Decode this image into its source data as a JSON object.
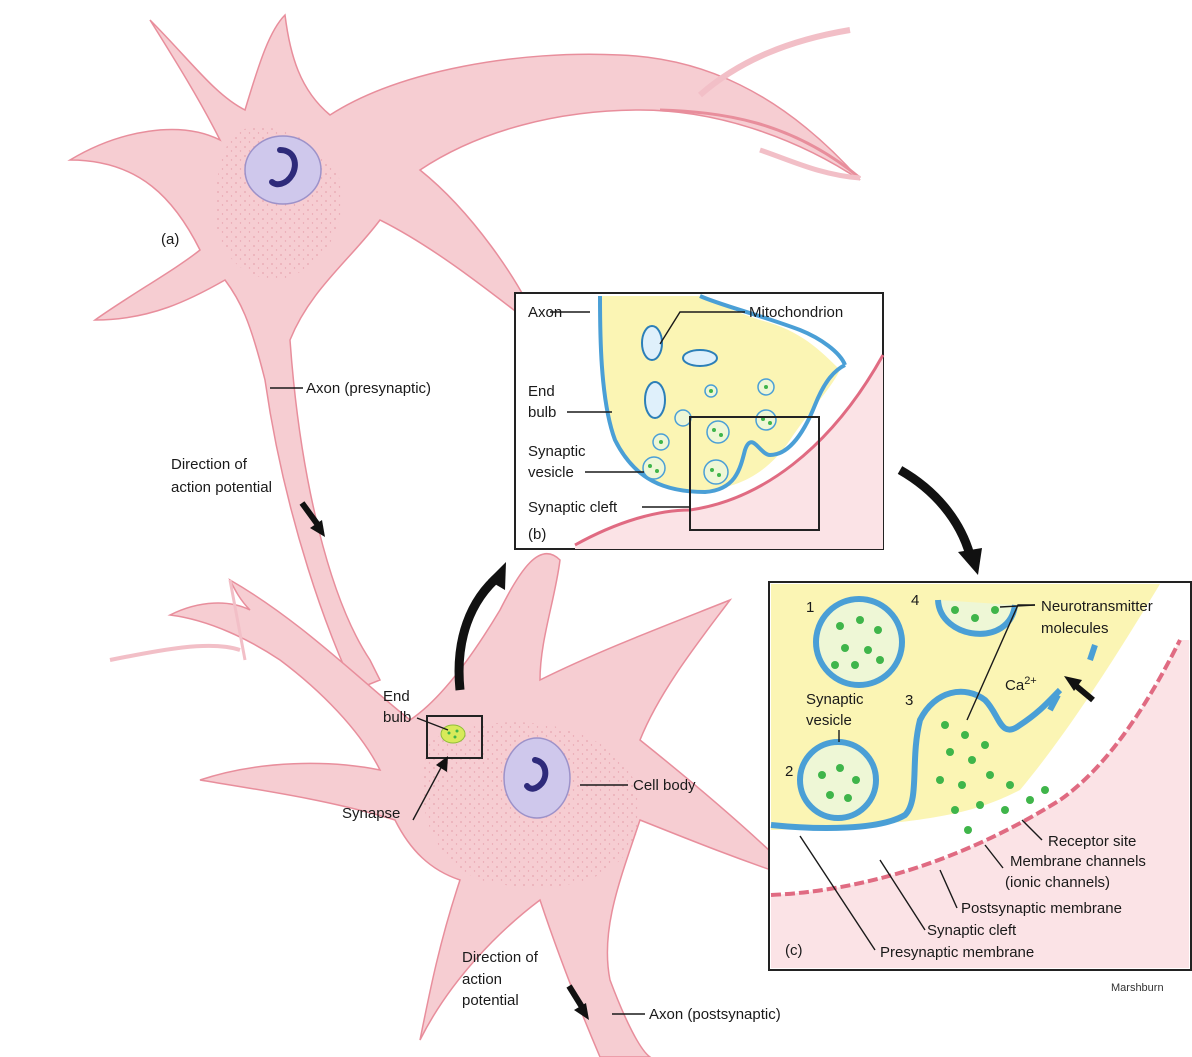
{
  "panels": {
    "a": "(a)",
    "b": "(b)",
    "c": "(c)"
  },
  "labels": {
    "axon_presynaptic": "Axon (presynaptic)",
    "direction_top_1": "Direction of",
    "direction_top_2": "action potential",
    "end_bulb_1": "End",
    "end_bulb_2": "bulb",
    "synapse": "Synapse",
    "cell_body": "Cell body",
    "direction_bottom_1": "Direction of",
    "direction_bottom_2": "action",
    "direction_bottom_3": "potential",
    "axon_postsynaptic": "Axon (postsynaptic)",
    "credit": "Marshburn"
  },
  "inset_b": {
    "axon": "Axon",
    "mitochondrion": "Mitochondrion",
    "end_bulb_1": "End",
    "end_bulb_2": "bulb",
    "synaptic_vesicle_1": "Synaptic",
    "synaptic_vesicle_2": "vesicle",
    "synaptic_cleft": "Synaptic cleft"
  },
  "inset_c": {
    "step_1": "1",
    "step_2": "2",
    "step_3": "3",
    "step_4": "4",
    "neurotransmitter_1": "Neurotransmitter",
    "neurotransmitter_2": "molecules",
    "synaptic_vesicle_1": "Synaptic",
    "synaptic_vesicle_2": "vesicle",
    "calcium": "Ca",
    "calcium_sup": "2+",
    "receptor_site": "Receptor site",
    "membrane_channels_1": "Membrane channels",
    "membrane_channels_2": "(ionic channels)",
    "postsynaptic_membrane": "Postsynaptic membrane",
    "synaptic_cleft": "Synaptic cleft",
    "presynaptic_membrane": "Presynaptic membrane"
  },
  "colors": {
    "neuron_fill": "#f6cdd2",
    "neuron_edge": "#e88e9c",
    "terminal_fill": "#fbf5b4",
    "membrane_blue": "#4a9fd6",
    "vesicle_dot": "#3fb54a",
    "nucleus": "#cfc8ec"
  }
}
